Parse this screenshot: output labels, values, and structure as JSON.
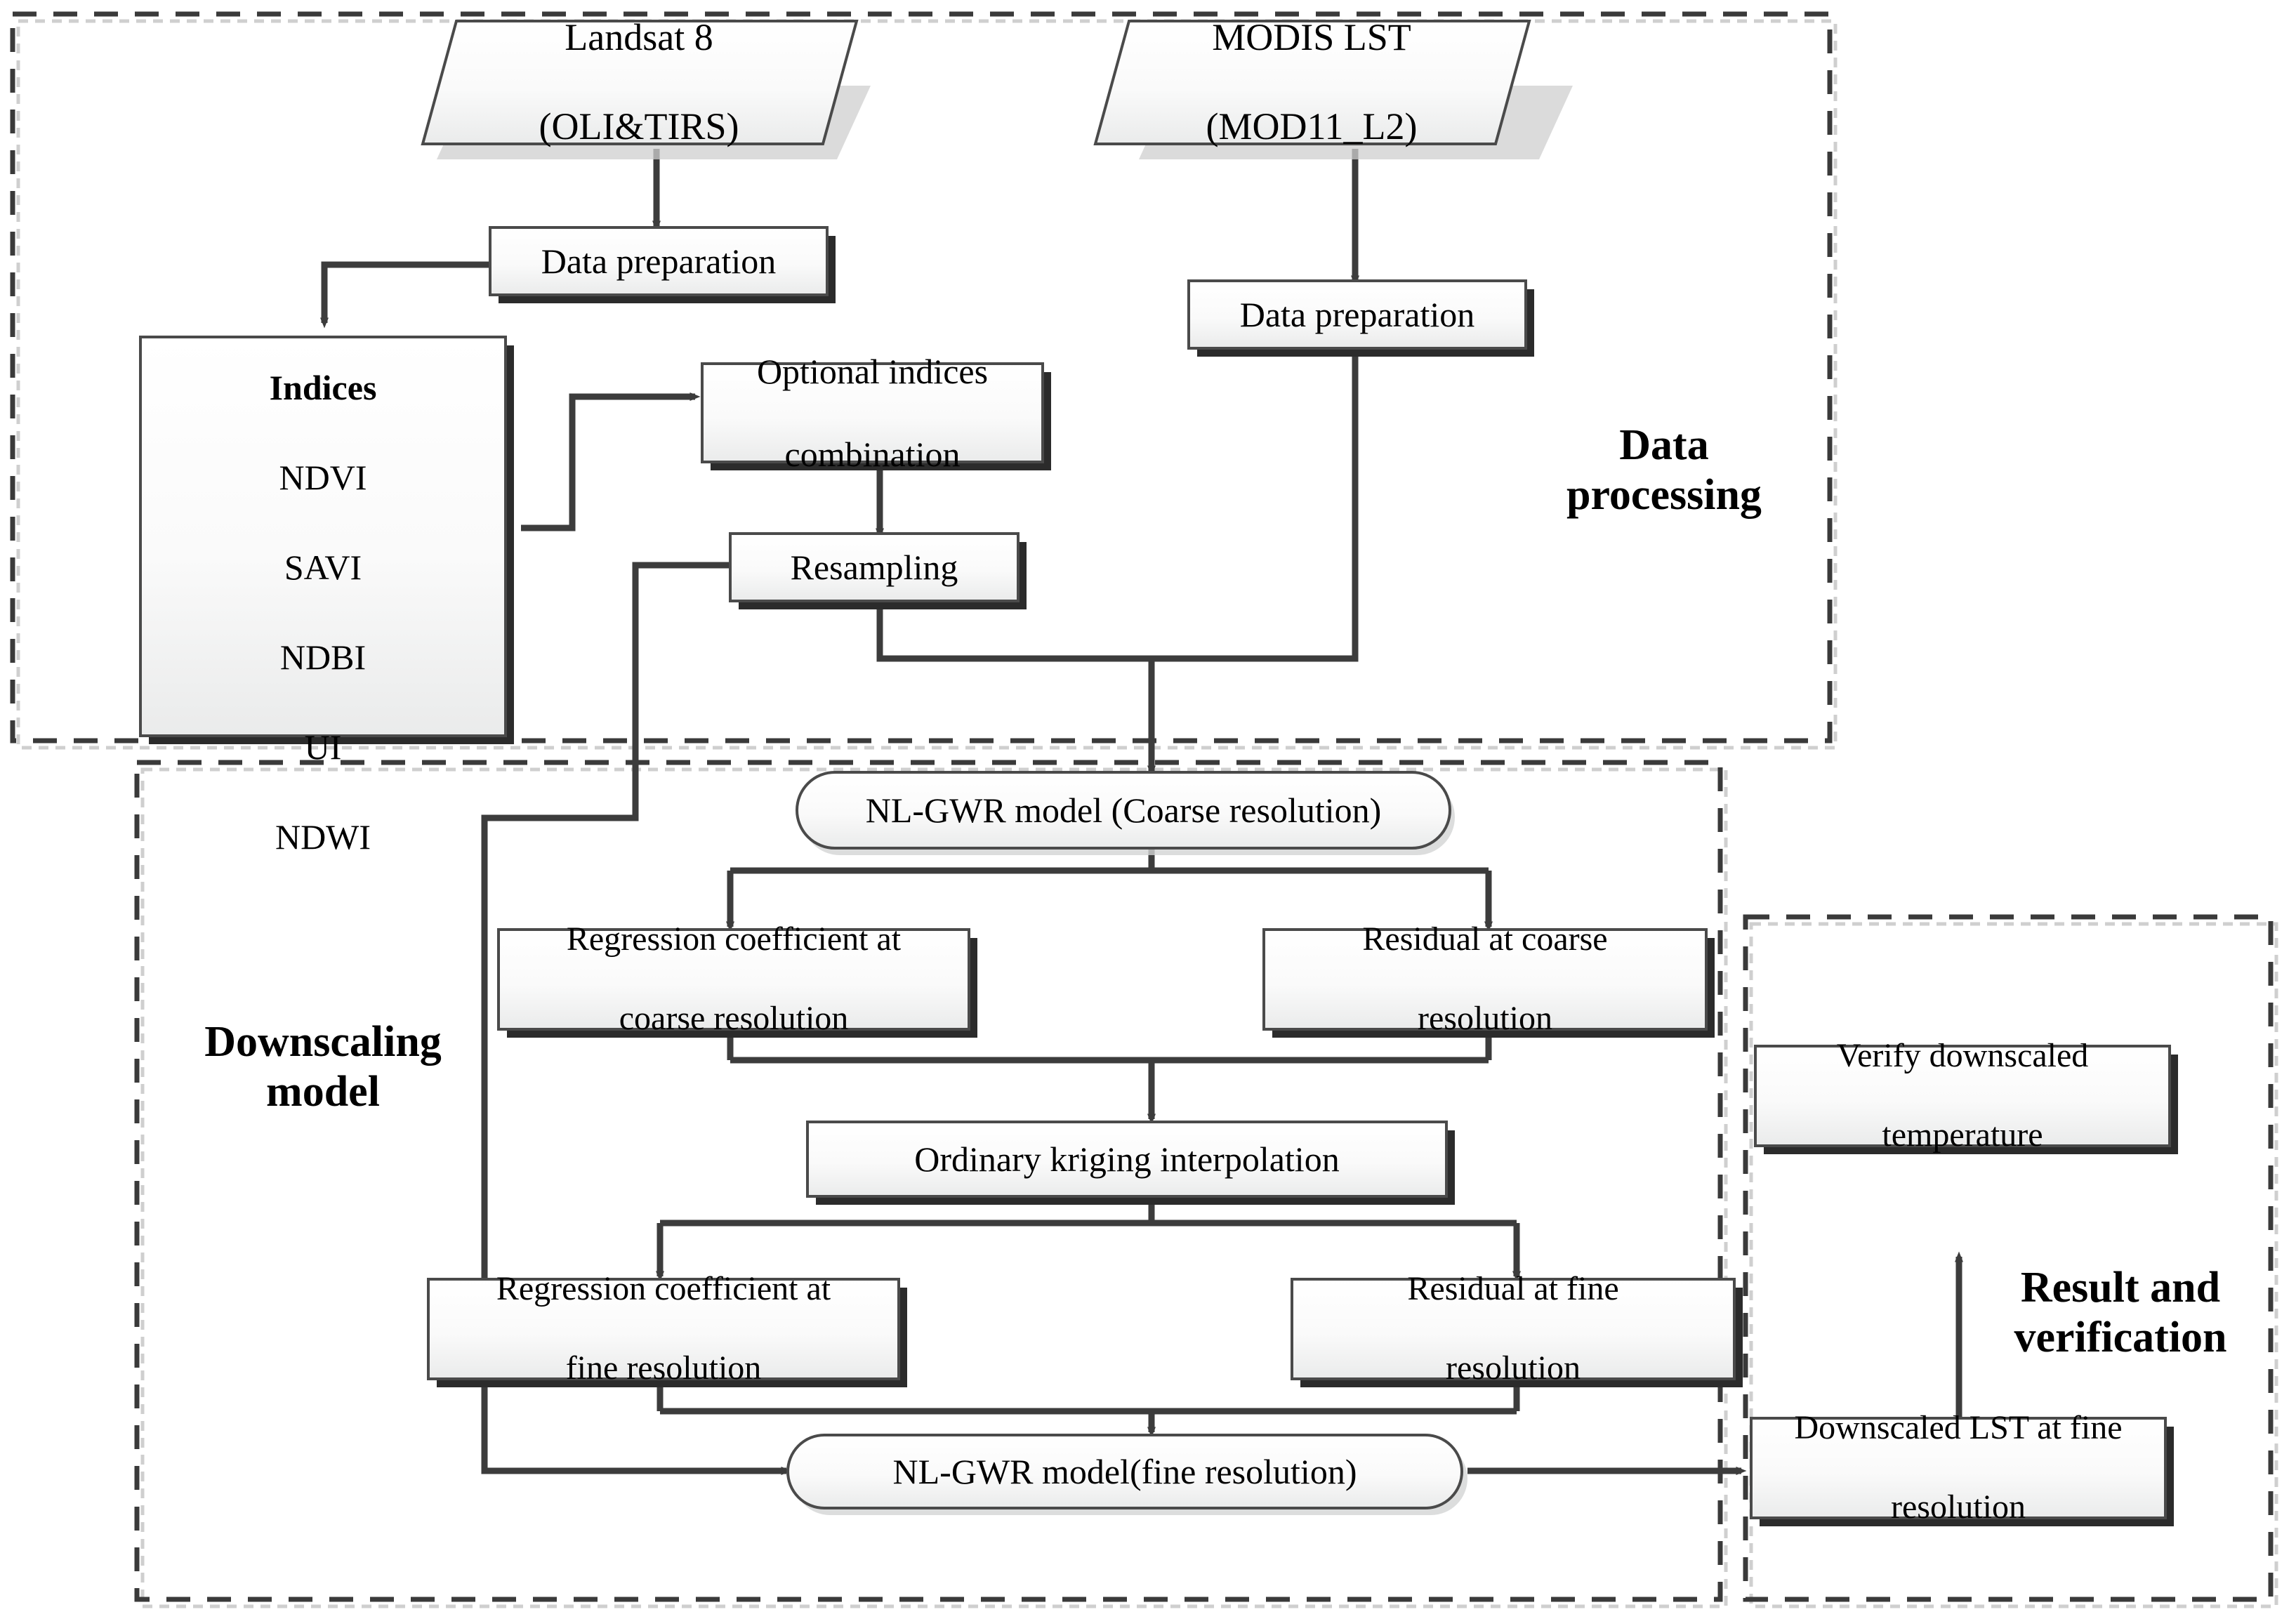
{
  "diagram": {
    "title": "LST downscaling workflow",
    "colors": {
      "node_fill_top": "#ffffff",
      "node_fill_bottom": "#eceded",
      "node_stroke": "#4a4a4a",
      "node_shadow": "#2b2b2b",
      "connector": "#3c3c3c",
      "group_border": "#3a3a3a",
      "group_inner_shadow": "#cfcfcf",
      "text": "#000000"
    },
    "groups": [
      {
        "id": "data-processing",
        "label": "Data\nprocessing",
        "label_line1": "Data",
        "label_line2": "processing"
      },
      {
        "id": "downscaling-model",
        "label": "Downscaling\nmodel",
        "label_line1": "Downscaling",
        "label_line2": "model"
      },
      {
        "id": "result-verification",
        "label": "Result and\nverification",
        "label_line1": "Result and",
        "label_line2": "verification"
      }
    ],
    "nodes": {
      "landsat": {
        "line1": "Landsat 8",
        "line2": "(OLI&TIRS)",
        "shape": "parallelogram"
      },
      "modis": {
        "line1": "MODIS LST",
        "line2": "(MOD11_L2)",
        "shape": "parallelogram"
      },
      "prep_left": {
        "line1": "Data preparation",
        "shape": "rect"
      },
      "prep_right": {
        "line1": "Data preparation",
        "shape": "rect"
      },
      "indices": {
        "title": "Indices",
        "items": [
          "NDVI",
          "SAVI",
          "NDBI",
          "UI",
          "NDWI"
        ],
        "shape": "rect"
      },
      "optional_indices": {
        "line1": "Optional indices",
        "line2": "combination",
        "shape": "rect"
      },
      "resampling": {
        "line1": "Resampling",
        "shape": "rect"
      },
      "nlgwr_coarse": {
        "line1": "NL-GWR model (Coarse resolution)",
        "shape": "rounded"
      },
      "regcoef_coarse": {
        "line1": "Regression coefficient at",
        "line2": "coarse resolution",
        "shape": "rect"
      },
      "residual_coarse": {
        "line1": "Residual at coarse",
        "line2": "resolution",
        "shape": "rect"
      },
      "kriging": {
        "line1": "Ordinary kriging interpolation",
        "shape": "rect"
      },
      "regcoef_fine": {
        "line1": "Regression coefficient at",
        "line2": "fine resolution",
        "shape": "rect"
      },
      "residual_fine": {
        "line1": "Residual at fine",
        "line2": "resolution",
        "shape": "rect"
      },
      "nlgwr_fine": {
        "line1": "NL-GWR model(fine resolution)",
        "shape": "rounded"
      },
      "verify": {
        "line1": "Verify downscaled",
        "line2": "temperature",
        "shape": "rect"
      },
      "downscaled_lst": {
        "line1": "Downscaled LST at fine",
        "line2": "resolution",
        "shape": "rect"
      }
    }
  }
}
